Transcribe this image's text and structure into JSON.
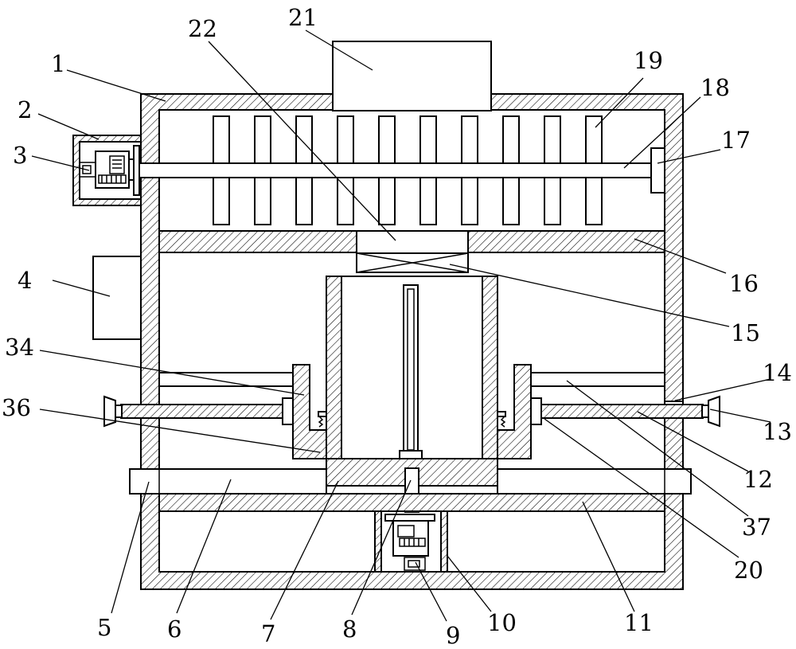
{
  "labels": [
    {
      "id": "1",
      "text": "1",
      "part": "outer-housing"
    },
    {
      "id": "2",
      "text": "2",
      "part": "motor-housing-left"
    },
    {
      "id": "3",
      "text": "3",
      "part": "motor-left"
    },
    {
      "id": "4",
      "text": "4",
      "part": "side-box"
    },
    {
      "id": "5",
      "text": "5",
      "part": "slide-bar-left-end"
    },
    {
      "id": "6",
      "text": "6",
      "part": "slide-bar"
    },
    {
      "id": "7",
      "text": "7",
      "part": "center-block"
    },
    {
      "id": "8",
      "text": "8",
      "part": "drive-shaft"
    },
    {
      "id": "9",
      "text": "9",
      "part": "motor-bottom"
    },
    {
      "id": "10",
      "text": "10",
      "part": "motor-housing-bottom"
    },
    {
      "id": "11",
      "text": "11",
      "part": "base-plate"
    },
    {
      "id": "12",
      "text": "12",
      "part": "screw-rod-right"
    },
    {
      "id": "13",
      "text": "13",
      "part": "handle-right"
    },
    {
      "id": "14",
      "text": "14",
      "part": "bearing-right"
    },
    {
      "id": "15",
      "text": "15",
      "part": "valve"
    },
    {
      "id": "16",
      "text": "16",
      "part": "partition-plate"
    },
    {
      "id": "17",
      "text": "17",
      "part": "bearing-block"
    },
    {
      "id": "18",
      "text": "18",
      "part": "stirring-shaft"
    },
    {
      "id": "19",
      "text": "19",
      "part": "stirring-blade"
    },
    {
      "id": "20",
      "text": "20",
      "part": "clamp-pad-right"
    },
    {
      "id": "21",
      "text": "21",
      "part": "feed-hopper"
    },
    {
      "id": "22",
      "text": "22",
      "part": "discharge-funnel"
    },
    {
      "id": "34",
      "text": "34",
      "part": "clamp-plate-left"
    },
    {
      "id": "36",
      "text": "36",
      "part": "spring-clip-left"
    },
    {
      "id": "37",
      "text": "37",
      "part": "guide-rod-right"
    }
  ],
  "colors": {
    "line": "#000000",
    "background": "#ffffff"
  }
}
